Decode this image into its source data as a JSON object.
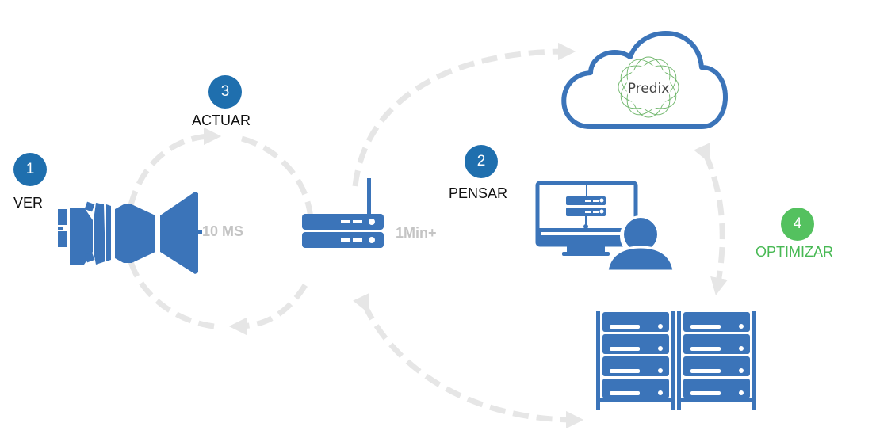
{
  "colors": {
    "icon_blue": "#3b74b9",
    "badge_blue": "#1f6fae",
    "badge_green": "#54c15f",
    "optimize_text": "#48b954",
    "arrow_gray": "#e6e6e6",
    "timing_gray": "#c4c4c4",
    "predix_green": "#5fae5a"
  },
  "steps": [
    {
      "number": "1",
      "label": "VER"
    },
    {
      "number": "2",
      "label": "PENSAR"
    },
    {
      "number": "3",
      "label": "ACTUAR"
    },
    {
      "number": "4",
      "label": "OPTIMIZAR"
    }
  ],
  "timings": {
    "edge": "10 MS",
    "cloud": "1Min+"
  },
  "cloud": {
    "brand": "Predix"
  },
  "nodes": [
    {
      "id": "turbine",
      "icon": "turbine-icon"
    },
    {
      "id": "router",
      "icon": "router-icon"
    },
    {
      "id": "operator",
      "icon": "monitor-user-icon"
    },
    {
      "id": "cloud",
      "icon": "cloud-icon"
    },
    {
      "id": "datacenter",
      "icon": "server-rack-icon"
    }
  ]
}
